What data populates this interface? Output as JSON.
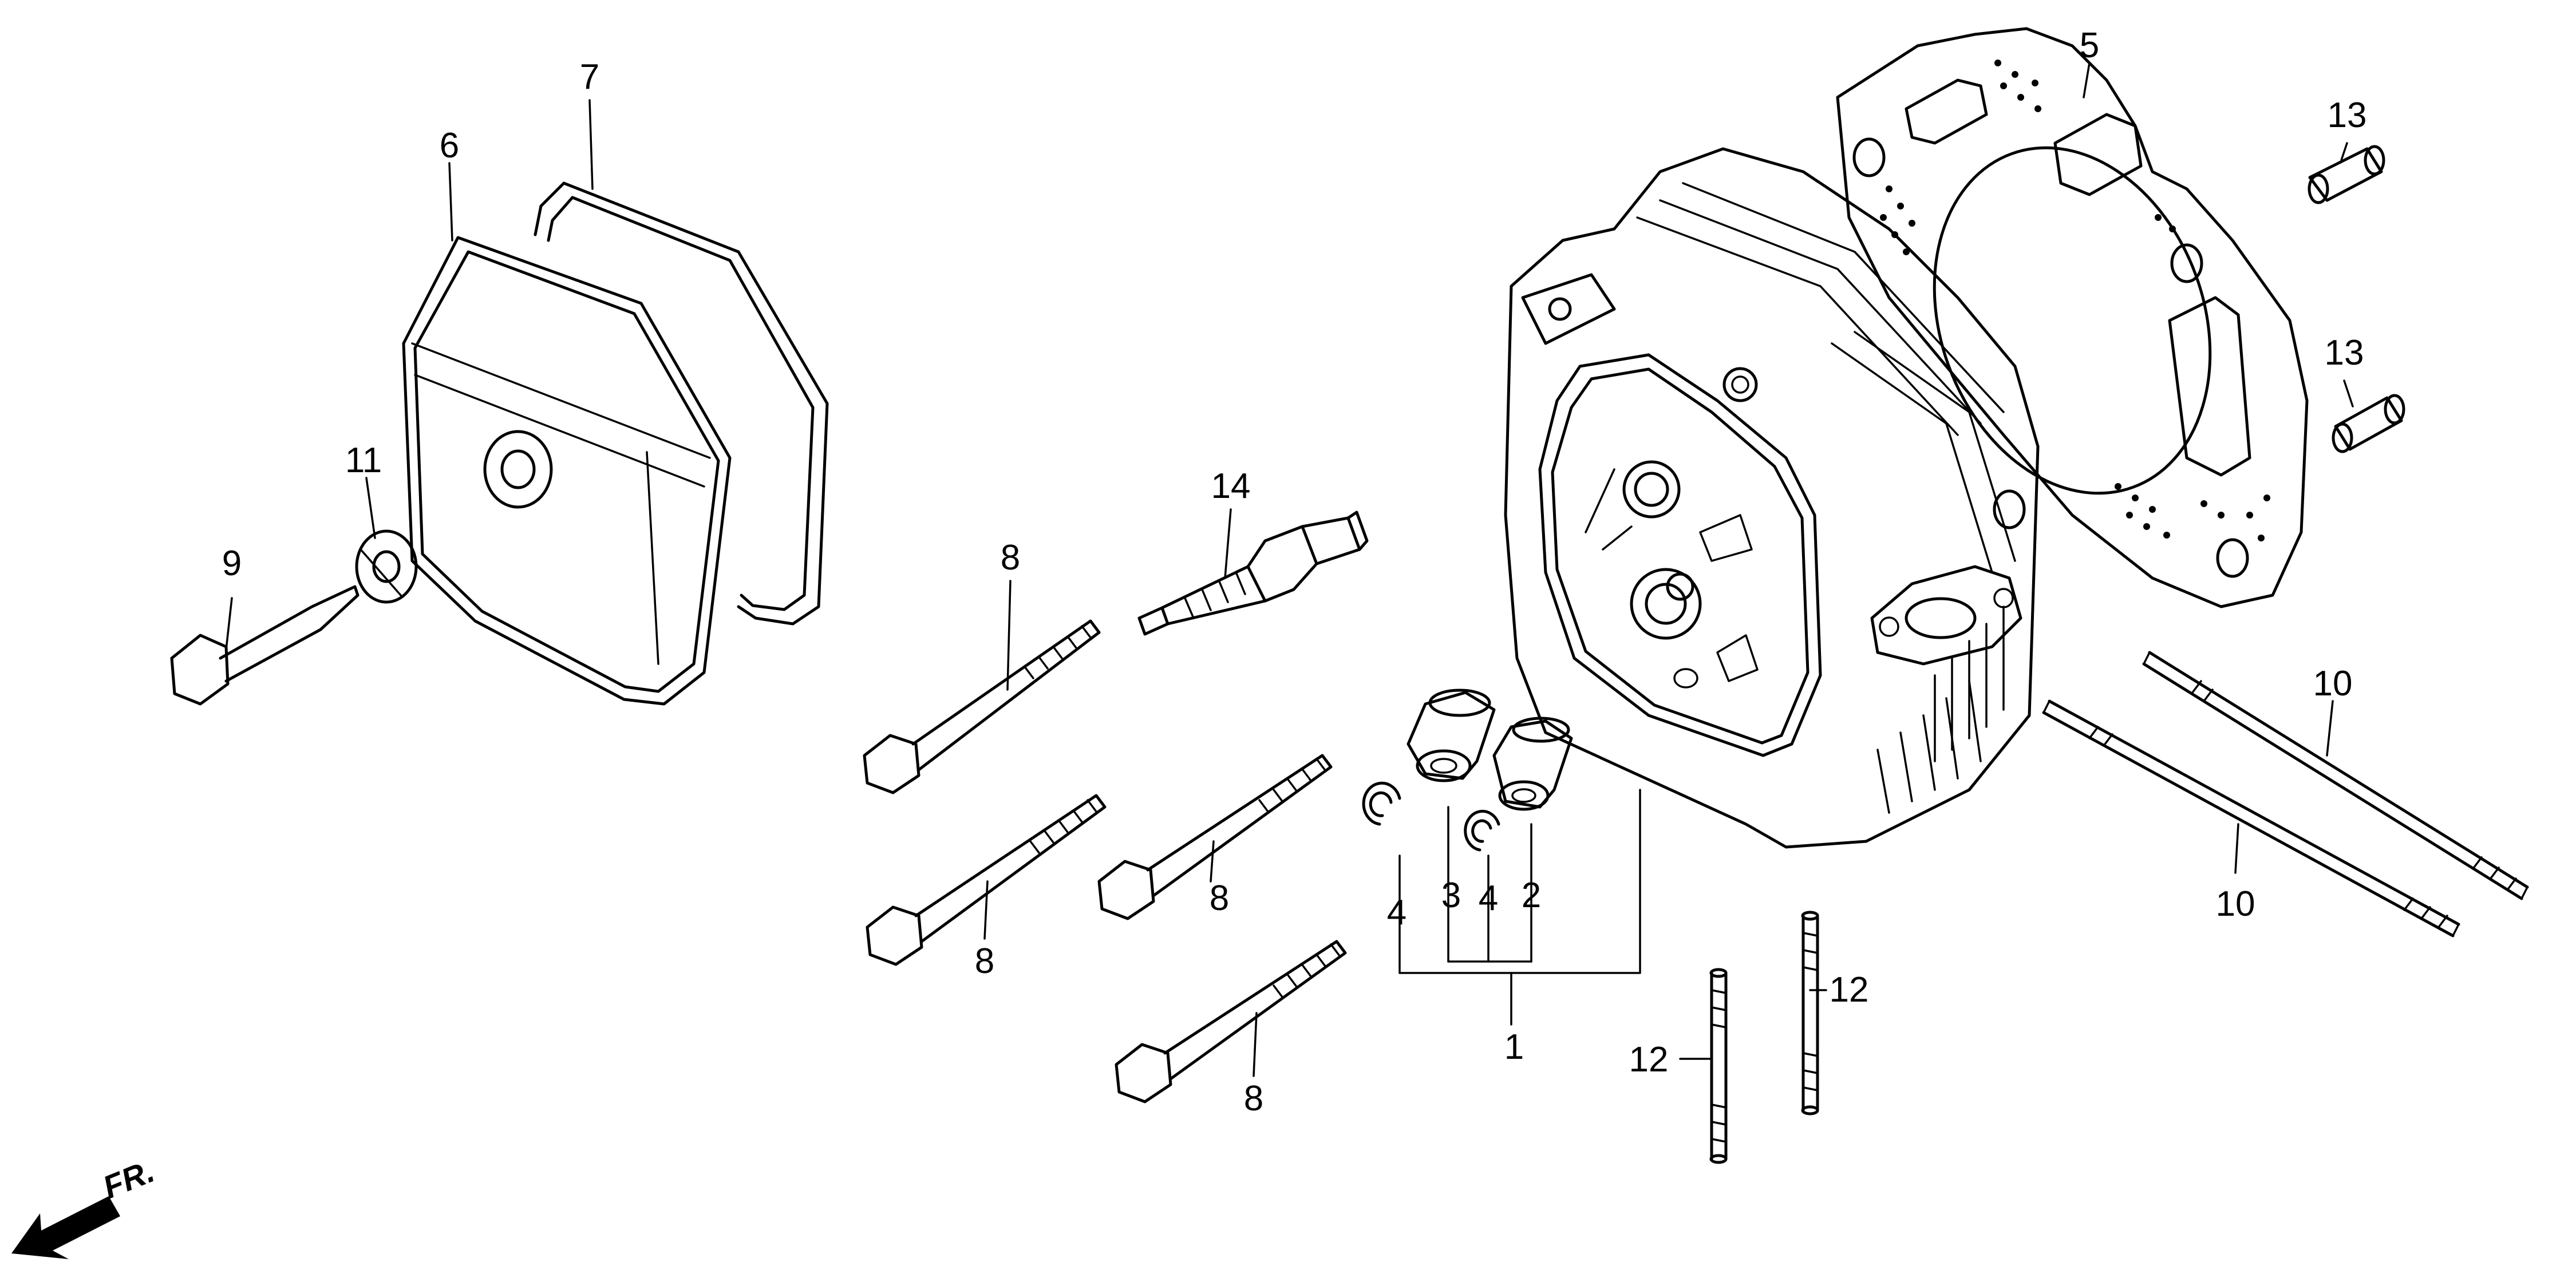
{
  "diagram": {
    "callouts": {
      "c1": "1",
      "c2": "2",
      "c3": "3",
      "c4a": "4",
      "c4b": "4",
      "c5": "5",
      "c6": "6",
      "c7": "7",
      "c8a": "8",
      "c8b": "8",
      "c8c": "8",
      "c8d": "8",
      "c9": "9",
      "c10a": "10",
      "c10b": "10",
      "c11": "11",
      "c12a": "12",
      "c12b": "12",
      "c13a": "13",
      "c13b": "13",
      "c14": "14"
    },
    "front_indicator": "FR.",
    "line_color": "#000000",
    "background": "#ffffff"
  }
}
